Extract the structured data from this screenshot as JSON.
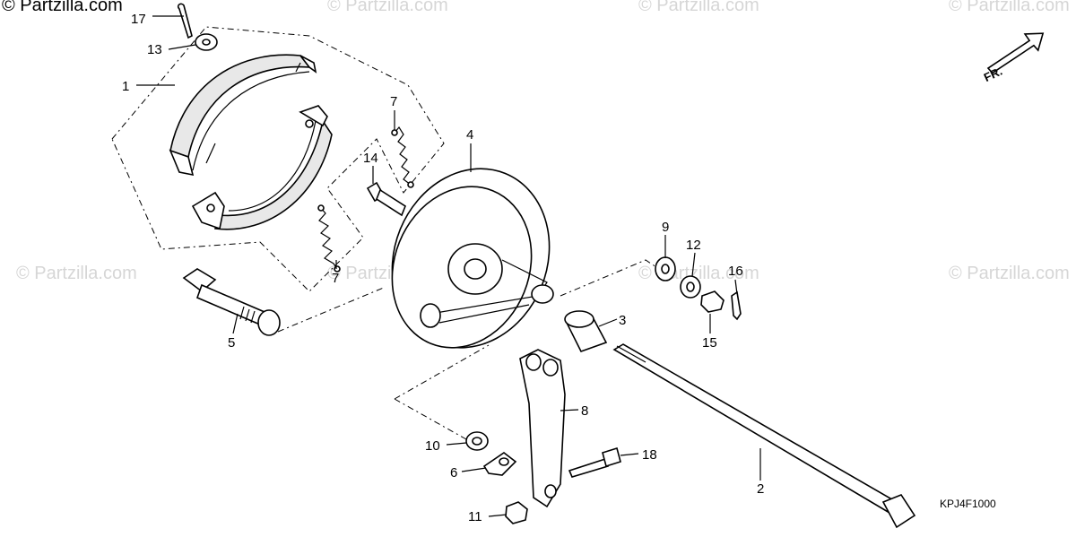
{
  "watermark": {
    "primary": "© Partzilla.com",
    "repeat": "© Partzilla.com"
  },
  "direction_indicator": "FR.",
  "diagram_code": "KPJ4F1000",
  "callouts": {
    "c1": "1",
    "c2": "2",
    "c3": "3",
    "c4": "4",
    "c5": "5",
    "c6": "6",
    "c7a": "7",
    "c7b": "7",
    "c8": "8",
    "c9": "9",
    "c10": "10",
    "c11": "11",
    "c12": "12",
    "c13": "13",
    "c14": "14",
    "c15": "15",
    "c16": "16",
    "c17": "17",
    "c18": "18"
  }
}
